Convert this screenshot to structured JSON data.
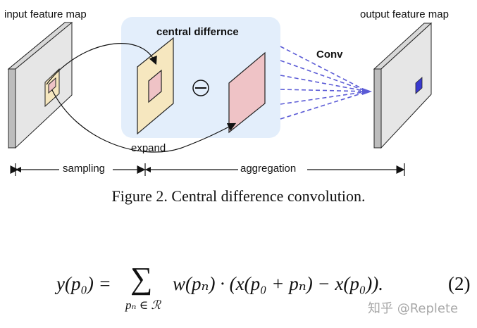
{
  "figure": {
    "input_label": "input feature map",
    "output_label": "output feature map",
    "central_label": "central differnce",
    "conv_label": "Conv",
    "expand_label": "expand",
    "sampling_label": "sampling",
    "aggregation_label": "aggregation",
    "minus_symbol": "⊖",
    "colors": {
      "panel_bg": "#e3eefb",
      "feature_gray": "#e6e6e6",
      "feature_side": "#bdbdbd",
      "patch_yellow": "#f6e7bf",
      "patch_pink": "#efc3c6",
      "conv_lines": "#5b5bd6",
      "output_pixel": "#3a3ad0"
    }
  },
  "caption": "Figure 2.  Central difference convolution.",
  "equation": {
    "lhs": "y(p₀) =",
    "sum_symbol": "∑",
    "sum_subscript": "pₙ ∈ ℛ",
    "rhs": "w(pₙ) · (x(p₀ + pₙ) − x(p₀)).",
    "number": "(2)"
  },
  "watermark": "知乎 @Replete"
}
